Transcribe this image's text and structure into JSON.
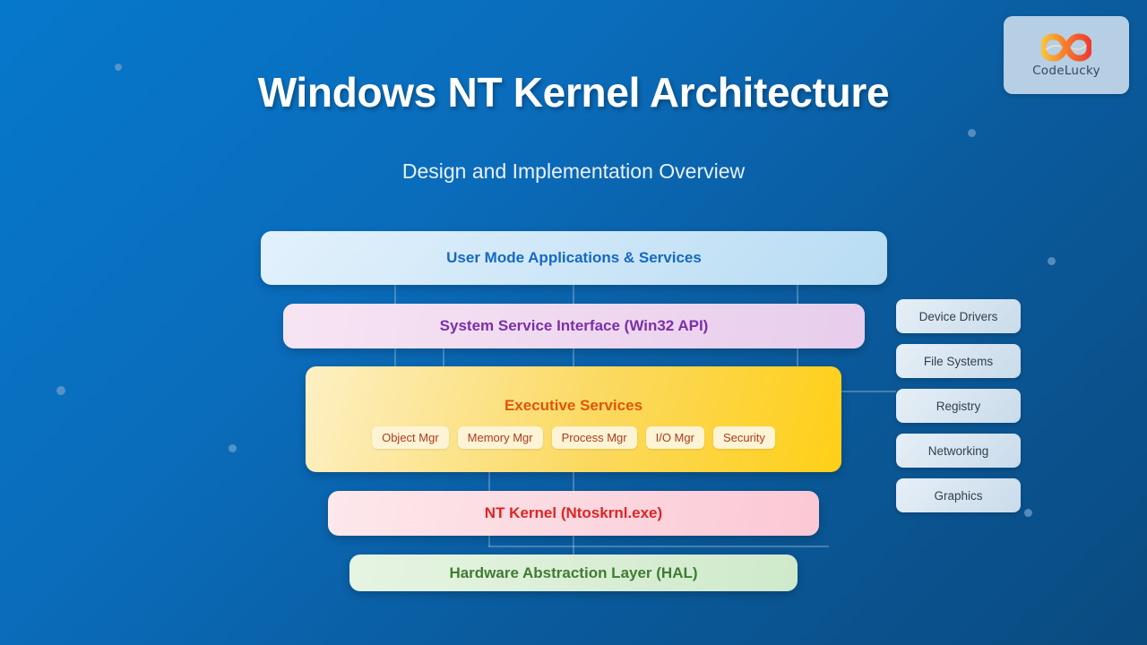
{
  "brand": {
    "name": "CodeLucky",
    "icon": "infinity-leaf-logo",
    "gradient_start": "#f7b23b",
    "gradient_end": "#f03a2e"
  },
  "header": {
    "title": "Windows NT Kernel Architecture",
    "subtitle": "Design and Implementation Overview"
  },
  "layers": [
    {
      "id": "user-mode",
      "label": "User Mode Applications & Services",
      "text_color": "#1669c0"
    },
    {
      "id": "system-service",
      "label": "System Service Interface (Win32 API)",
      "text_color": "#7b2fa8"
    },
    {
      "id": "executive",
      "label": "Executive Services",
      "text_color": "#e0550a"
    },
    {
      "id": "nt-kernel",
      "label": "NT Kernel (Ntoskrnl.exe)",
      "text_color": "#e02424"
    },
    {
      "id": "hal",
      "label": "Hardware Abstraction Layer (HAL)",
      "text_color": "#3e7d32"
    }
  ],
  "executive_components": [
    {
      "label": "Object Mgr"
    },
    {
      "label": "Memory Mgr"
    },
    {
      "label": "Process Mgr"
    },
    {
      "label": "I/O Mgr"
    },
    {
      "label": "Security"
    }
  ],
  "side_panel": [
    {
      "label": "Device Drivers"
    },
    {
      "label": "File Systems"
    },
    {
      "label": "Registry"
    },
    {
      "label": "Networking"
    },
    {
      "label": "Graphics"
    }
  ],
  "background": {
    "gradient_start": "#0678cb",
    "gradient_end": "#0a4b80",
    "dot_color": "#6f9fc8"
  }
}
